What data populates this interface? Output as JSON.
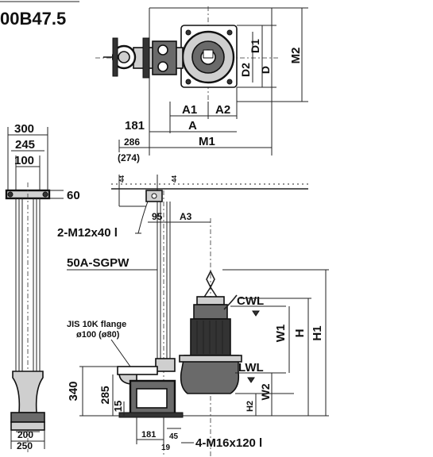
{
  "model_fragment": "00B47.5",
  "labels": {
    "m2": "M2",
    "d1": "D1",
    "d2": "D2",
    "d": "D",
    "a1": "A1",
    "a2": "A2",
    "dim_181_top": "181",
    "a": "A",
    "dim_286": "286",
    "dim_274": "(274)",
    "m1": "M1",
    "dim_300": "300",
    "dim_245": "245",
    "dim_100": "100",
    "dim_60": "60",
    "dim_95": "95",
    "a3": "A3",
    "bolt_m12": "2-M12x40 l",
    "pipe": "50A-SGPW",
    "cwl": "CWL",
    "w1": "W1",
    "h": "H",
    "h1": "H1",
    "flange_line1": "JIS 10K flange",
    "flange_line2": "ø100 (ø80)",
    "lwl": "LWL",
    "dim_340": "340",
    "dim_285": "285",
    "dim_15": "15",
    "w2": "W2",
    "h2": "H2",
    "dim_200": "200",
    "dim_250": "250",
    "dim_181_bot": "181",
    "dim_45": "45",
    "dim_19": "19",
    "bolt_m16": "4-M16x120 l"
  }
}
